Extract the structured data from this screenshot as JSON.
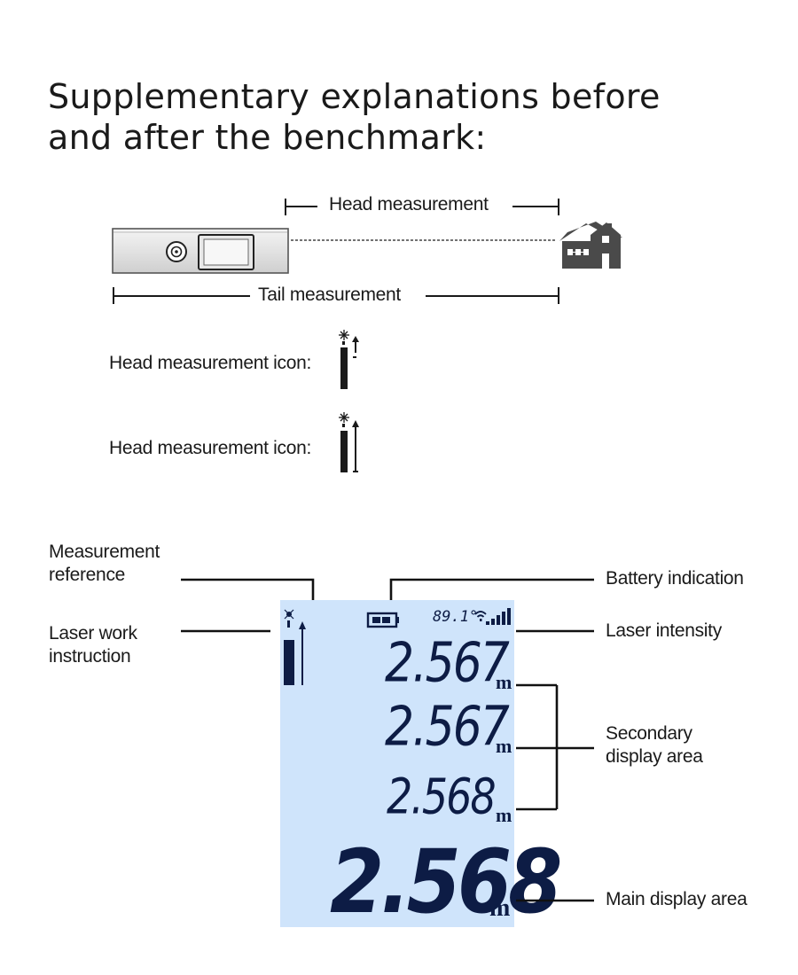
{
  "title": {
    "line1": "Supplementary explanations before",
    "line2": "and after the benchmark:"
  },
  "ruler": {
    "head_label": "Head measurement",
    "tail_label": "Tail measurement"
  },
  "icons": {
    "head_icon_label": "Head measurement icon:",
    "tail_icon_label": "Head measurement icon:"
  },
  "callouts": {
    "measurement_reference": [
      "Measurement",
      "reference"
    ],
    "laser_work": [
      "Laser work",
      "instruction"
    ],
    "battery": "Battery indication",
    "laser_intensity": "Laser intensity",
    "secondary": [
      "Secondary",
      "display area"
    ],
    "main": "Main display area"
  },
  "lcd": {
    "angle": "89.1°",
    "secondary_readings": [
      "2.567",
      "2.567",
      "2.568"
    ],
    "main_reading": "2.568",
    "unit": "m",
    "colors": {
      "background": "#cfe4fb",
      "segment": "#0d1c45"
    }
  }
}
